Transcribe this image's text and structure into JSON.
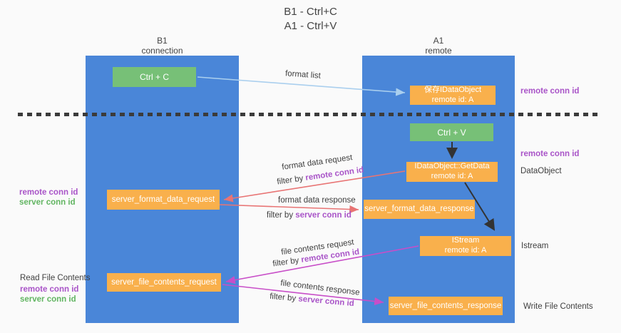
{
  "title": {
    "line1": "B1 - Ctrl+C",
    "line2": "A1 - Ctrl+V"
  },
  "lifelines": {
    "left": {
      "name": "B1",
      "subtitle": "connection"
    },
    "right": {
      "name": "A1",
      "subtitle": "remote"
    }
  },
  "boxes": {
    "ctrl_c": {
      "label": "Ctrl + C"
    },
    "ctrl_v": {
      "label": "Ctrl + V"
    },
    "save_dataobject": {
      "line1": "保存IDataObject",
      "line2": "remote id: A"
    },
    "getdata": {
      "line1": "IDataObject::GetData",
      "line2": "remote id: A"
    },
    "istream": {
      "line1": "IStream",
      "line2": "remote id: A"
    },
    "format_request": {
      "label": "server_format_data_request"
    },
    "format_response": {
      "label": "server_format_data_response"
    },
    "file_request": {
      "label": "server_file_contents_request"
    },
    "file_response": {
      "label": "server_file_contents_response"
    }
  },
  "arrows": {
    "format_list": {
      "label": "format list"
    },
    "format_request": {
      "label": "format data request",
      "filter_prefix": "filter by ",
      "filter_key": "remote conn id"
    },
    "format_response": {
      "label": "format data response",
      "filter_prefix": "filter by ",
      "filter_key": "server conn id"
    },
    "file_request": {
      "label": "file contents request",
      "filter_prefix": "filter by ",
      "filter_key": "remote conn id"
    },
    "file_response": {
      "label": "file contents response",
      "filter_prefix": "filter by ",
      "filter_key": "server conn id"
    }
  },
  "side_labels": {
    "right_save_conn": "remote conn id",
    "right_ctrlv_conn": "remote conn id",
    "right_dataobject": "DataObject",
    "right_istream": "Istream",
    "right_write": "Write File Contents",
    "left_format_remote": "remote conn id",
    "left_format_server": "server conn id",
    "left_read": "Read File Contents",
    "left_file_remote": "remote conn id",
    "left_file_server": "server conn id"
  },
  "colors": {
    "lifeline_blue": "#4a86d8",
    "box_green": "#77c077",
    "box_orange": "#f9b04c",
    "purple_text": "#a954c8",
    "green_text": "#62b562",
    "red_arrow": "#e87474",
    "magenta_arrow": "#c84ec8",
    "light_blue_arrow": "#aacfee",
    "black_arrow": "#333333",
    "background": "#fafafa"
  }
}
